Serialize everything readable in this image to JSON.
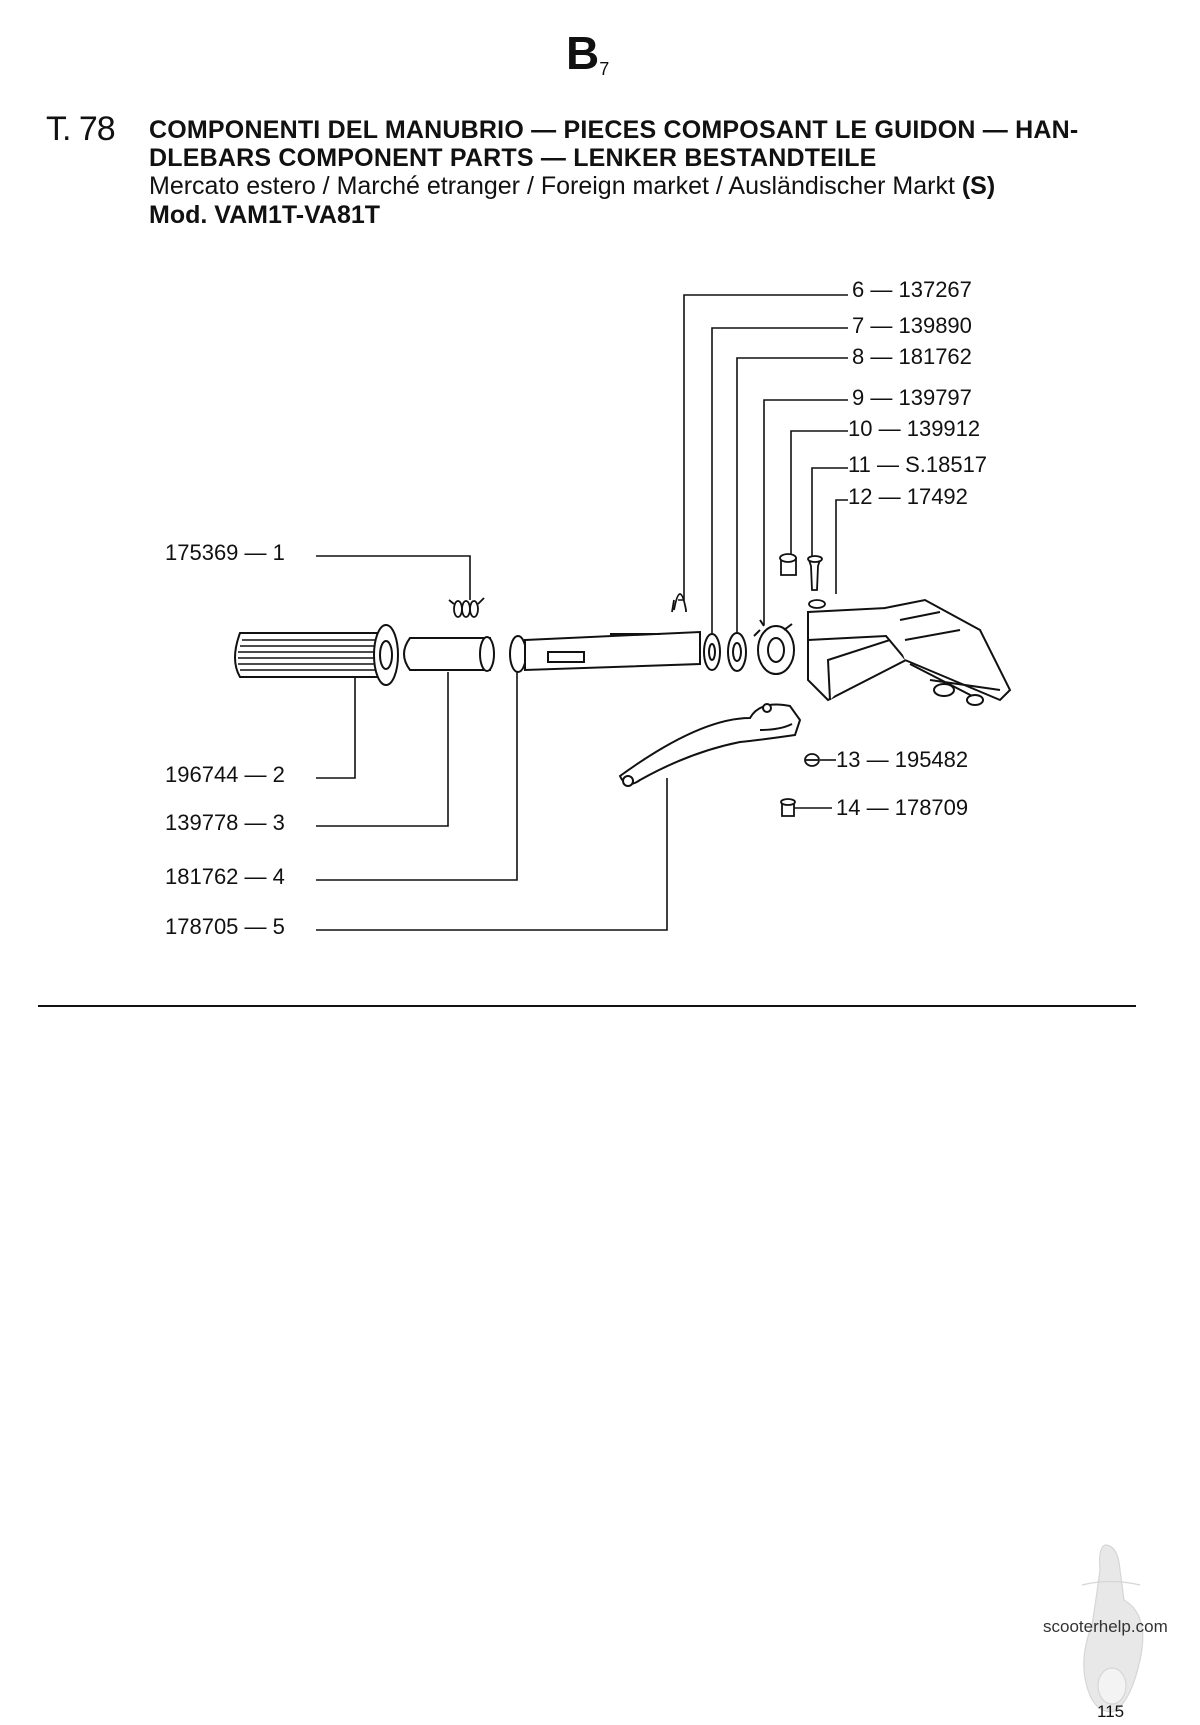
{
  "header": {
    "section_letter": "B",
    "section_sub": "7",
    "table_number": "T. 78",
    "title": "COMPONENTI DEL MANUBRIO — PIECES COMPOSANT LE GUIDON — HAN-DLEBARS COMPONENT PARTS — LENKER BESTANDTEILE",
    "subtitle": "Mercato estero / Marché etranger / Foreign market / Ausländischer Markt",
    "subtitle_code": "(S)",
    "model": "Mod. VAM1T-VA81T"
  },
  "parts": [
    {
      "ref": "1",
      "part_no": "175369"
    },
    {
      "ref": "2",
      "part_no": "196744"
    },
    {
      "ref": "3",
      "part_no": "139778"
    },
    {
      "ref": "4",
      "part_no": "181762"
    },
    {
      "ref": "5",
      "part_no": "178705"
    },
    {
      "ref": "6",
      "part_no": "137267"
    },
    {
      "ref": "7",
      "part_no": "139890"
    },
    {
      "ref": "8",
      "part_no": "181762"
    },
    {
      "ref": "9",
      "part_no": "139797"
    },
    {
      "ref": "10",
      "part_no": "139912"
    },
    {
      "ref": "11",
      "part_no": "S.18517"
    },
    {
      "ref": "12",
      "part_no": "17492"
    },
    {
      "ref": "13",
      "part_no": "195482"
    },
    {
      "ref": "14",
      "part_no": "178709"
    }
  ],
  "footer": {
    "watermark": "scooterhelp.com",
    "page_number": "115"
  }
}
